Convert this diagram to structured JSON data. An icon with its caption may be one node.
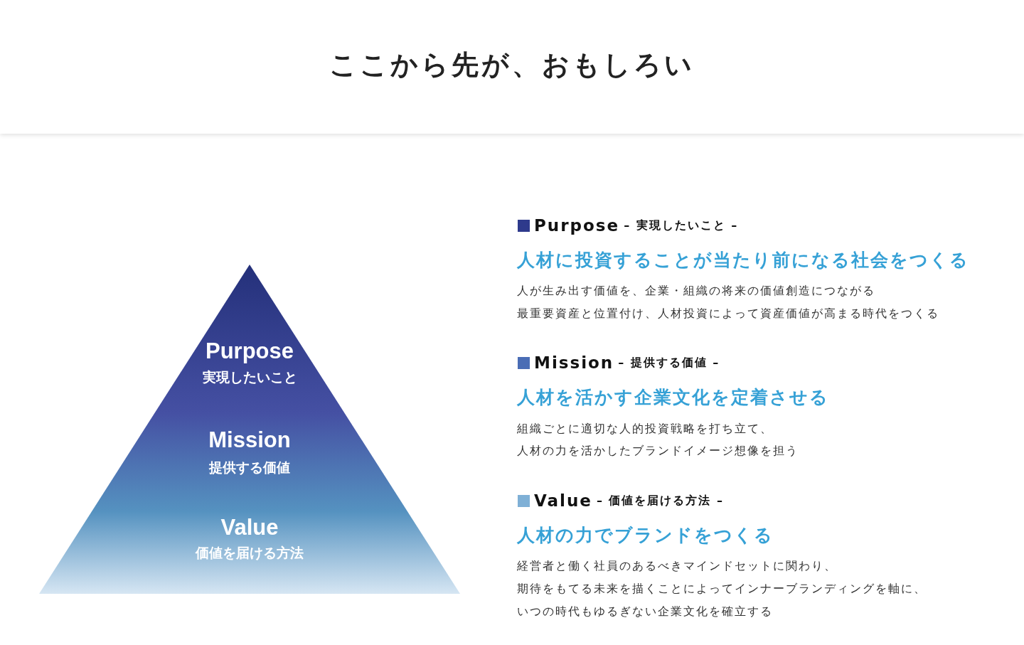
{
  "diagram": {
    "title": "ここから先が、おもしろい",
    "nodes": [
      {
        "text": [
          "Purpose",
          "実現したいこと",
          "Mission",
          "提供する価値",
          "Value",
          "価値を届ける方法"
        ]
      }
    ],
    "legend": [
      {
        "text": "Purpose",
        "color": "#2e3a8c"
      },
      {
        "text": "Mission",
        "color": "#4a6db5"
      },
      {
        "text": "Value",
        "color": "#7fb0d6"
      }
    ],
    "labels": [
      "– 実現したいこと –",
      "人材に投資することが当たり前になる社会をつくる",
      "人が生み出す価値を、企業・組織の将来の価値創造につながる",
      "最重要資産と位置付け、人材投資によって資産価値が高まる時代をつくる",
      "– 提供する価値 –",
      "人材を活かす企業文化を定着させる",
      "組織ごとに適切な人的投資戦略を打ち立て、",
      "人材の力を活かしたブランドイメージ想像を担う",
      "– 価値を届ける方法 –",
      "人材の力でブランドをつくる",
      "経営者と働く社員のあるべきマインドセットに関わり、",
      "期待をもてる未来を描くことによってインナーブランディングを軸に、",
      "いつの時代もゆるぎない企業文化を確立する"
    ]
  }
}
